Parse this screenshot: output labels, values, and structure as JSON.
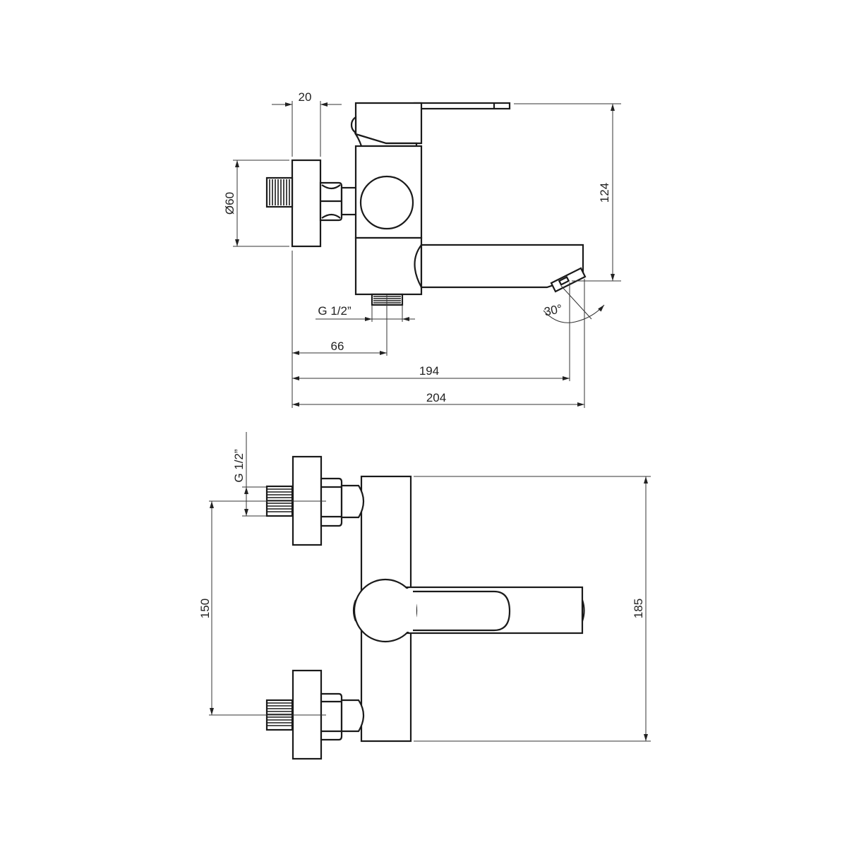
{
  "drawing": {
    "side_view": {
      "dim_flange_depth": "20",
      "dim_flange_diameter": "Ø60",
      "dim_height": "124",
      "dim_outlet_thread": "G 1/2”",
      "dim_outlet_offset": "66",
      "dim_spout_reach": "194",
      "dim_total_reach": "204",
      "dim_spout_angle": "30°"
    },
    "front_view": {
      "dim_inlet_thread": "G 1/2”",
      "dim_inlet_spacing": "150",
      "dim_body_height": "185"
    }
  }
}
